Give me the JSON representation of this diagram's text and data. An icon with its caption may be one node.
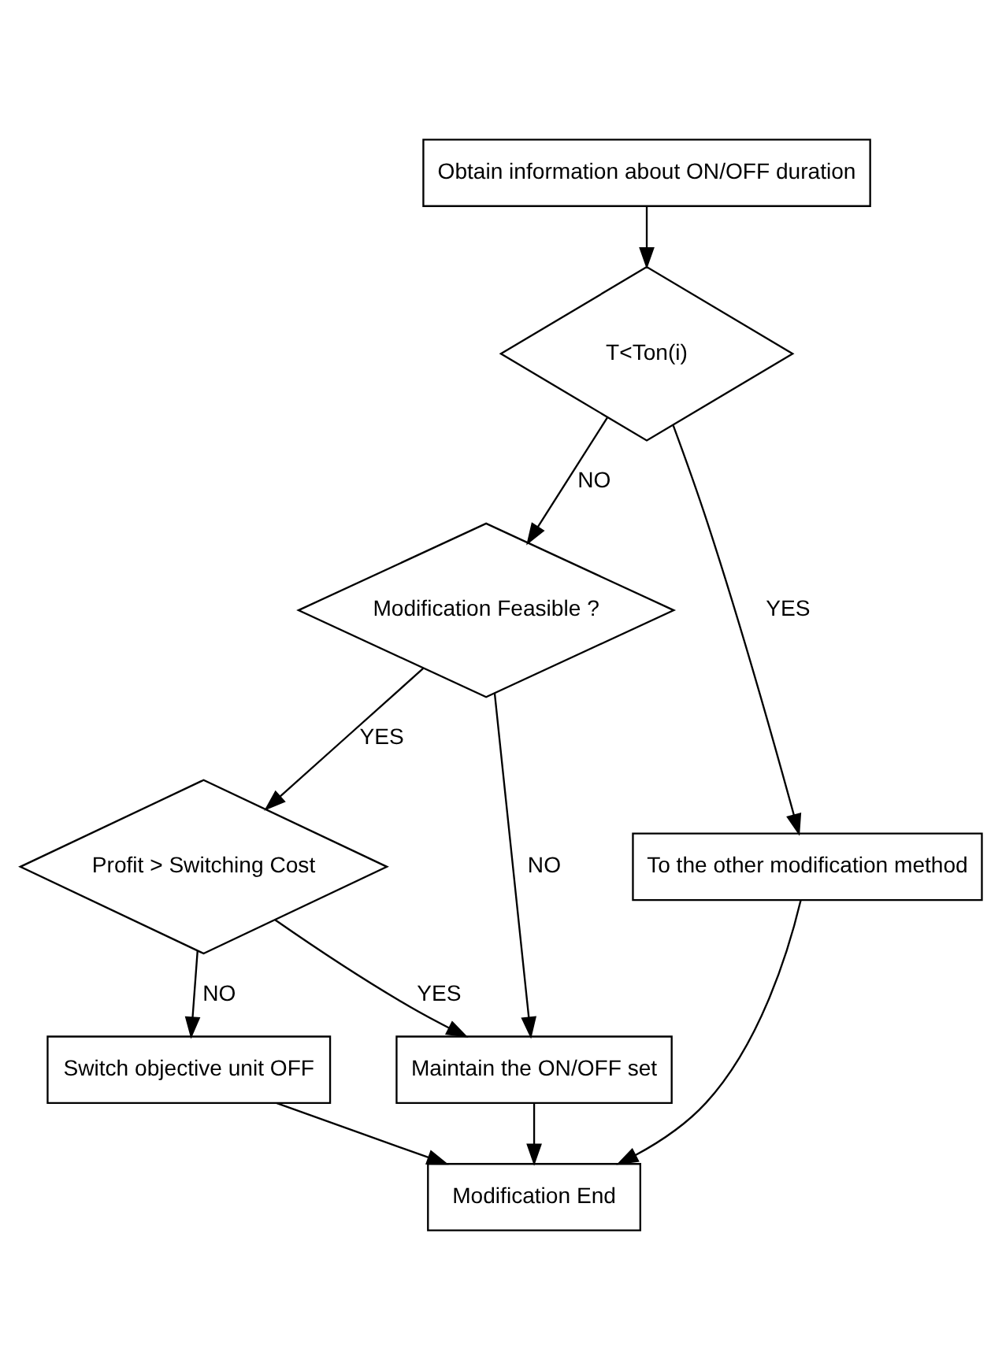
{
  "diagram": {
    "nodes": [
      {
        "text": [
          "Obtain information about ON/OFF duration"
        ]
      },
      {
        "text": [
          "T<Ton(i)"
        ]
      },
      {
        "text": [
          "Modification Feasible ?"
        ]
      },
      {
        "text": [
          "Profit > Switching Cost"
        ]
      },
      {
        "text": [
          "To the other modification method"
        ]
      },
      {
        "text": [
          "Switch objective unit OFF"
        ]
      },
      {
        "text": [
          "Maintain the ON/OFF set"
        ]
      },
      {
        "text": [
          "Modification End"
        ]
      }
    ],
    "edges": [
      {
        "from": 0,
        "to": 1,
        "arrow": "to"
      },
      {
        "from": 1,
        "to": 4,
        "arrow": "to",
        "label": "YES"
      },
      {
        "from": 1,
        "to": 2,
        "arrow": "to",
        "label": "NO"
      },
      {
        "from": 2,
        "to": 6,
        "arrow": "to",
        "label": "NO"
      },
      {
        "from": 2,
        "to": 3,
        "arrow": "to",
        "label": "YES"
      },
      {
        "from": 3,
        "to": 6,
        "arrow": "to",
        "label": "YES"
      },
      {
        "from": 3,
        "to": 5,
        "arrow": "to",
        "label": "NO"
      },
      {
        "from": 4,
        "to": 7,
        "arrow": "to"
      },
      {
        "from": 5,
        "to": 7,
        "arrow": "to"
      },
      {
        "from": 6,
        "to": 7,
        "arrow": "to"
      }
    ]
  }
}
